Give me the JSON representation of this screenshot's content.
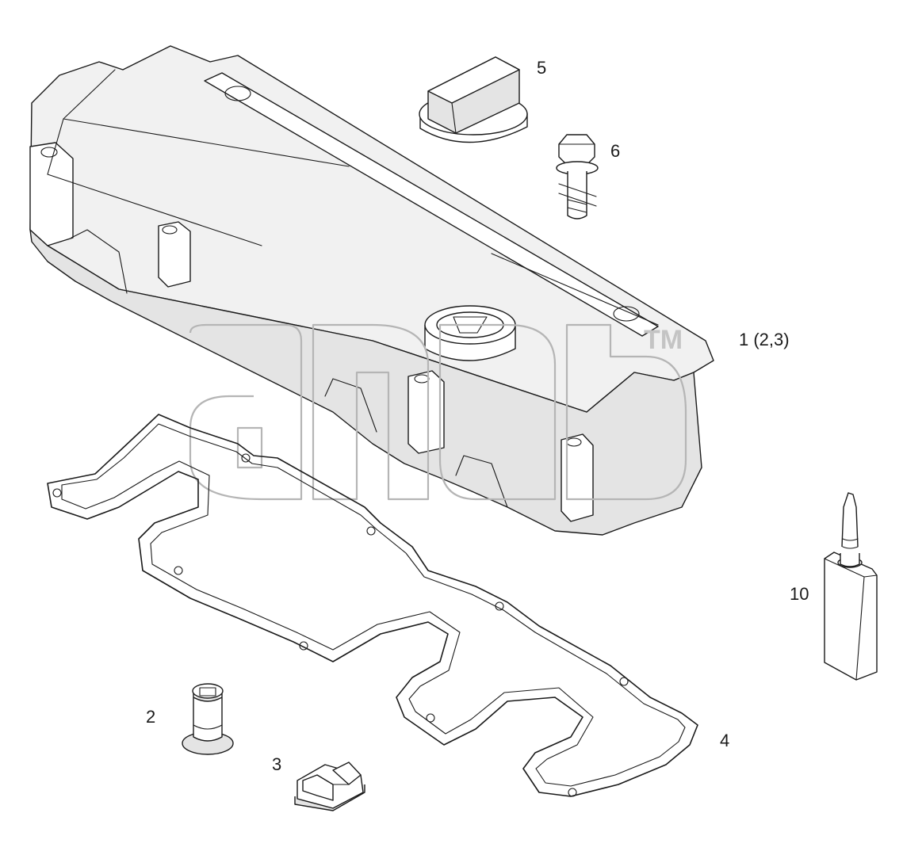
{
  "callouts": {
    "item_5": "5",
    "item_6": "6",
    "item_1": "1 (2,3)",
    "item_10": "10",
    "item_2": "2",
    "item_3": "3",
    "item_4": "4"
  },
  "watermark": {
    "trademark": "TM"
  },
  "colors": {
    "line": "#1a1a1a",
    "part_fill": "#e4e4e4",
    "watermark": "#b5b5b5"
  }
}
